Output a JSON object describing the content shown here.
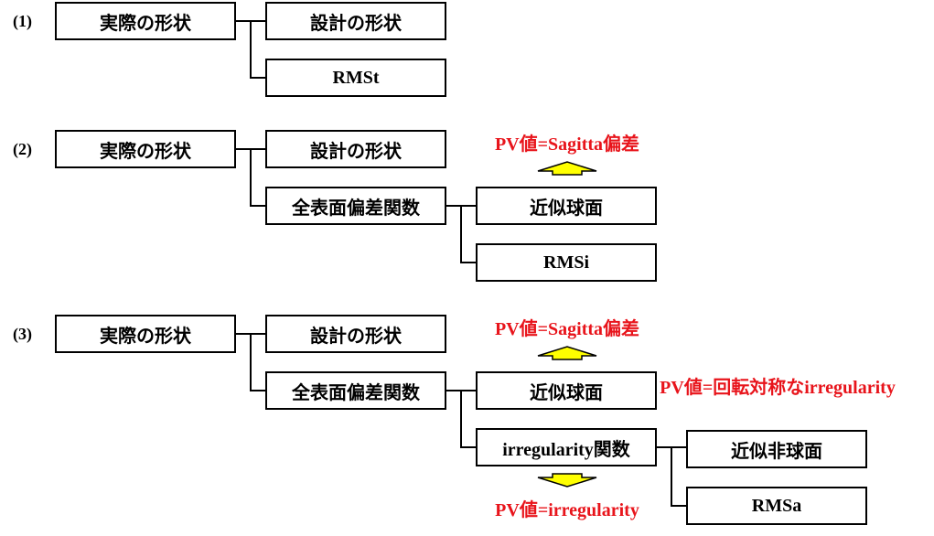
{
  "colors": {
    "annotation": "#e8141b",
    "arrow_fill": "#ffff00",
    "line": "#000000"
  },
  "sections": [
    {
      "label": "(1)",
      "actual": "実際の形状",
      "design": "設計の形状",
      "rms": "RMSt"
    },
    {
      "label": "(2)",
      "actual": "実際の形状",
      "design": "設計の形状",
      "deviation": "全表面偏差関数",
      "sphere": "近似球面",
      "rms": "RMSi",
      "pv_sagitta": "PV値=Sagitta偏差"
    },
    {
      "label": "(3)",
      "actual": "実際の形状",
      "design": "設計の形状",
      "deviation": "全表面偏差関数",
      "sphere": "近似球面",
      "irregularity": "irregularity関数",
      "asphere": "近似非球面",
      "rms": "RMSa",
      "pv_sagitta": "PV値=Sagitta偏差",
      "pv_rotsym": "PV値=回転対称なirregularity",
      "pv_irregularity": "PV値=irregularity"
    }
  ]
}
